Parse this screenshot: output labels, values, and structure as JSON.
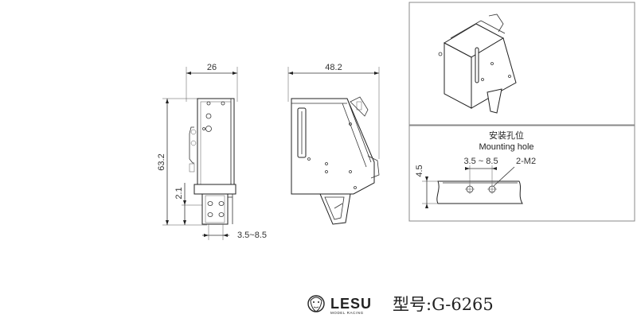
{
  "front_view": {
    "width_dim": "26",
    "height_dim": "63.2",
    "offset_dim": "2.1",
    "hole_range_dim": "3.5~8.5"
  },
  "side_view": {
    "length_dim": "48.2"
  },
  "mounting_hole": {
    "title_cn": "安装孔位",
    "title_en": "Mounting hole",
    "range_dim": "3.5 ~ 8.5",
    "thread_dim": "2-M2",
    "height_dim": "4.5"
  },
  "brand": {
    "name": "LESU",
    "subtitle": "MODEL RACING",
    "logo_icon": "lion-head-icon"
  },
  "model": {
    "label": "型号:G-6265"
  }
}
